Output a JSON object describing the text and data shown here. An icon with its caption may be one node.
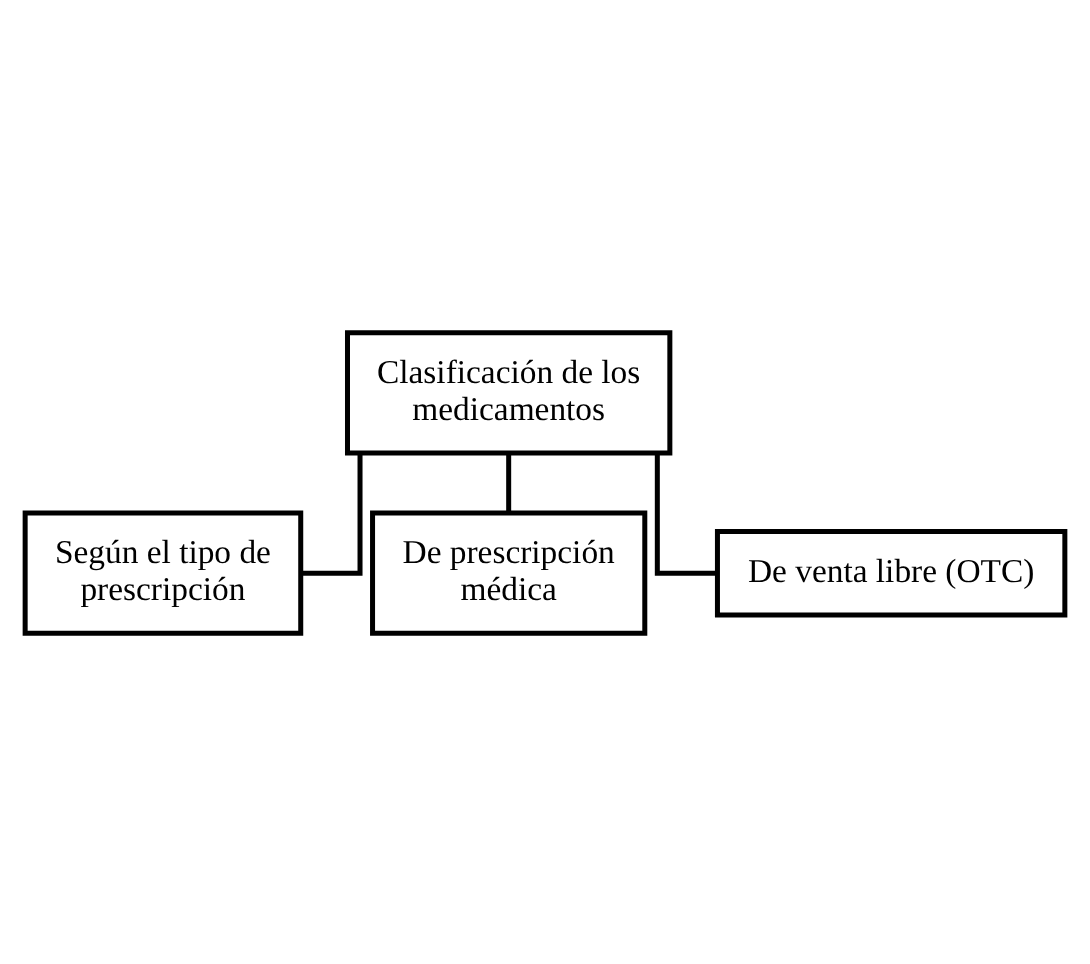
{
  "diagram": {
    "nodes": [
      {
        "text": [
          "Clasificación de los medicamentos"
        ]
      },
      {
        "text": [
          "Según el tipo de prescripción"
        ]
      },
      {
        "text": [
          "De prescripción médica"
        ]
      },
      {
        "text": [
          "De venta libre (OTC)"
        ]
      }
    ],
    "edges": [
      {
        "from": 1,
        "to": 0,
        "arrow": "none"
      },
      {
        "from": 0,
        "to": 2,
        "arrow": "none"
      },
      {
        "from": 0,
        "to": 3,
        "arrow": "none"
      }
    ]
  }
}
